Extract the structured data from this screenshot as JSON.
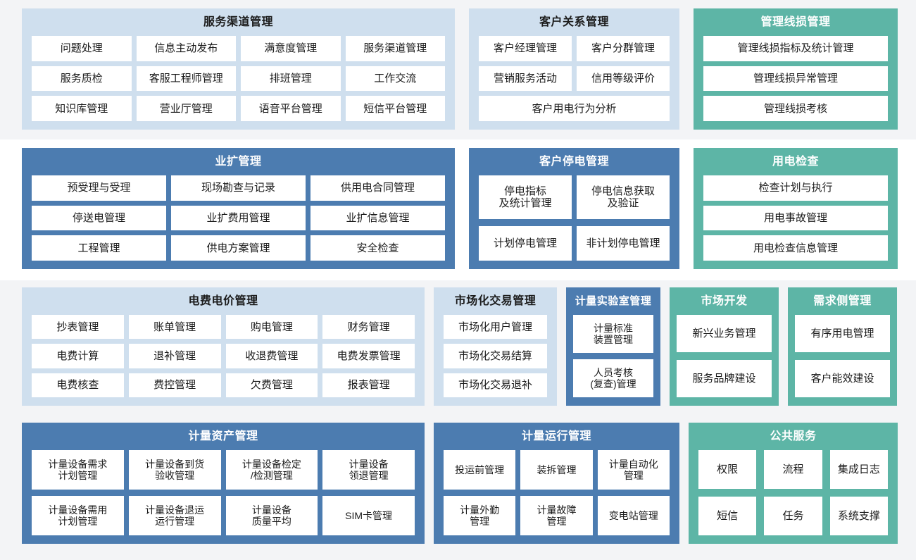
{
  "colors": {
    "light_blue": "#cfdfee",
    "blue": "#4c7cb0",
    "green": "#5db5a6",
    "band_grey": "#f3f4f6",
    "tile_white": "#ffffff"
  },
  "rows": [
    {
      "panels": [
        {
          "title": "服务渠道管理",
          "style": "lightblue",
          "tile_rows": [
            [
              "问题处理",
              "信息主动发布",
              "满意度管理",
              "服务渠道管理"
            ],
            [
              "服务质检",
              "客服工程师管理",
              "排班管理",
              "工作交流"
            ],
            [
              "知识库管理",
              "营业厅管理",
              "语音平台管理",
              "短信平台管理"
            ]
          ]
        },
        {
          "title": "客户关系管理",
          "style": "lightblue",
          "tile_rows": [
            [
              "客户经理管理",
              "客户分群管理"
            ],
            [
              "营销服务活动",
              "信用等级评价"
            ],
            [
              "客户用电行为分析"
            ]
          ]
        },
        {
          "title": "管理线损管理",
          "style": "green",
          "tile_rows": [
            [
              "管理线损指标及统计管理"
            ],
            [
              "管理线损异常管理"
            ],
            [
              "管理线损考核"
            ]
          ]
        }
      ]
    },
    {
      "panels": [
        {
          "title": "业扩管理",
          "style": "blue",
          "tile_rows": [
            [
              "预受理与受理",
              "现场勘查与记录",
              "供用电合同管理"
            ],
            [
              "停送电管理",
              "业扩费用管理",
              "业扩信息管理"
            ],
            [
              "工程管理",
              "供电方案管理",
              "安全检查"
            ]
          ]
        },
        {
          "title": "客户停电管理",
          "style": "blue",
          "tile_rows": [
            [
              "停电指标\n及统计管理",
              "停电信息获取\n及验证"
            ],
            [
              "计划停电管理",
              "非计划停电管理"
            ]
          ]
        },
        {
          "title": "用电检查",
          "style": "green",
          "tile_rows": [
            [
              "检查计划与执行"
            ],
            [
              "用电事故管理"
            ],
            [
              "用电检查信息管理"
            ]
          ]
        }
      ]
    },
    {
      "panels": [
        {
          "title": "电费电价管理",
          "style": "lightblue",
          "tile_rows": [
            [
              "抄表管理",
              "账单管理",
              "购电管理",
              "财务管理"
            ],
            [
              "电费计算",
              "退补管理",
              "收退费管理",
              "电费发票管理"
            ],
            [
              "电费核查",
              "费控管理",
              "欠费管理",
              "报表管理"
            ]
          ]
        },
        {
          "title": "市场化交易管理",
          "style": "lightblue",
          "tile_rows": [
            [
              "市场化用户管理"
            ],
            [
              "市场化交易结算"
            ],
            [
              "市场化交易退补"
            ]
          ]
        },
        {
          "title": "计量实验室管理",
          "style": "blue",
          "tile_rows": [
            [
              "计量标准\n装置管理"
            ],
            [
              "人员考核\n(复查)管理"
            ]
          ]
        },
        {
          "title": "市场开发",
          "style": "green",
          "tile_rows": [
            [
              "新兴业务管理"
            ],
            [
              "服务品牌建设"
            ]
          ]
        },
        {
          "title": "需求侧管理",
          "style": "green",
          "tile_rows": [
            [
              "有序用电管理"
            ],
            [
              "客户能效建设"
            ]
          ]
        }
      ]
    },
    {
      "panels": [
        {
          "title": "计量资产管理",
          "style": "blue",
          "tile_rows": [
            [
              "计量设备需求\n计划管理",
              "计量设备到货\n验收管理",
              "计量设备检定\n/检测管理",
              "计量设备\n领退管理"
            ],
            [
              "计量设备需用\n计划管理",
              "计量设备退运\n运行管理",
              "计量设备\n质量平均",
              "SIM卡管理"
            ]
          ]
        },
        {
          "title": "计量运行管理",
          "style": "blue",
          "tile_rows": [
            [
              "投运前管理",
              "装拆管理",
              "计量自动化\n管理"
            ],
            [
              "计量外勤\n管理",
              "计量故障\n管理",
              "变电站管理"
            ]
          ]
        },
        {
          "title": "公共服务",
          "style": "green",
          "tile_rows": [
            [
              "权限",
              "流程",
              "集成日志"
            ],
            [
              "短信",
              "任务",
              "系统支撑"
            ]
          ]
        }
      ]
    }
  ]
}
